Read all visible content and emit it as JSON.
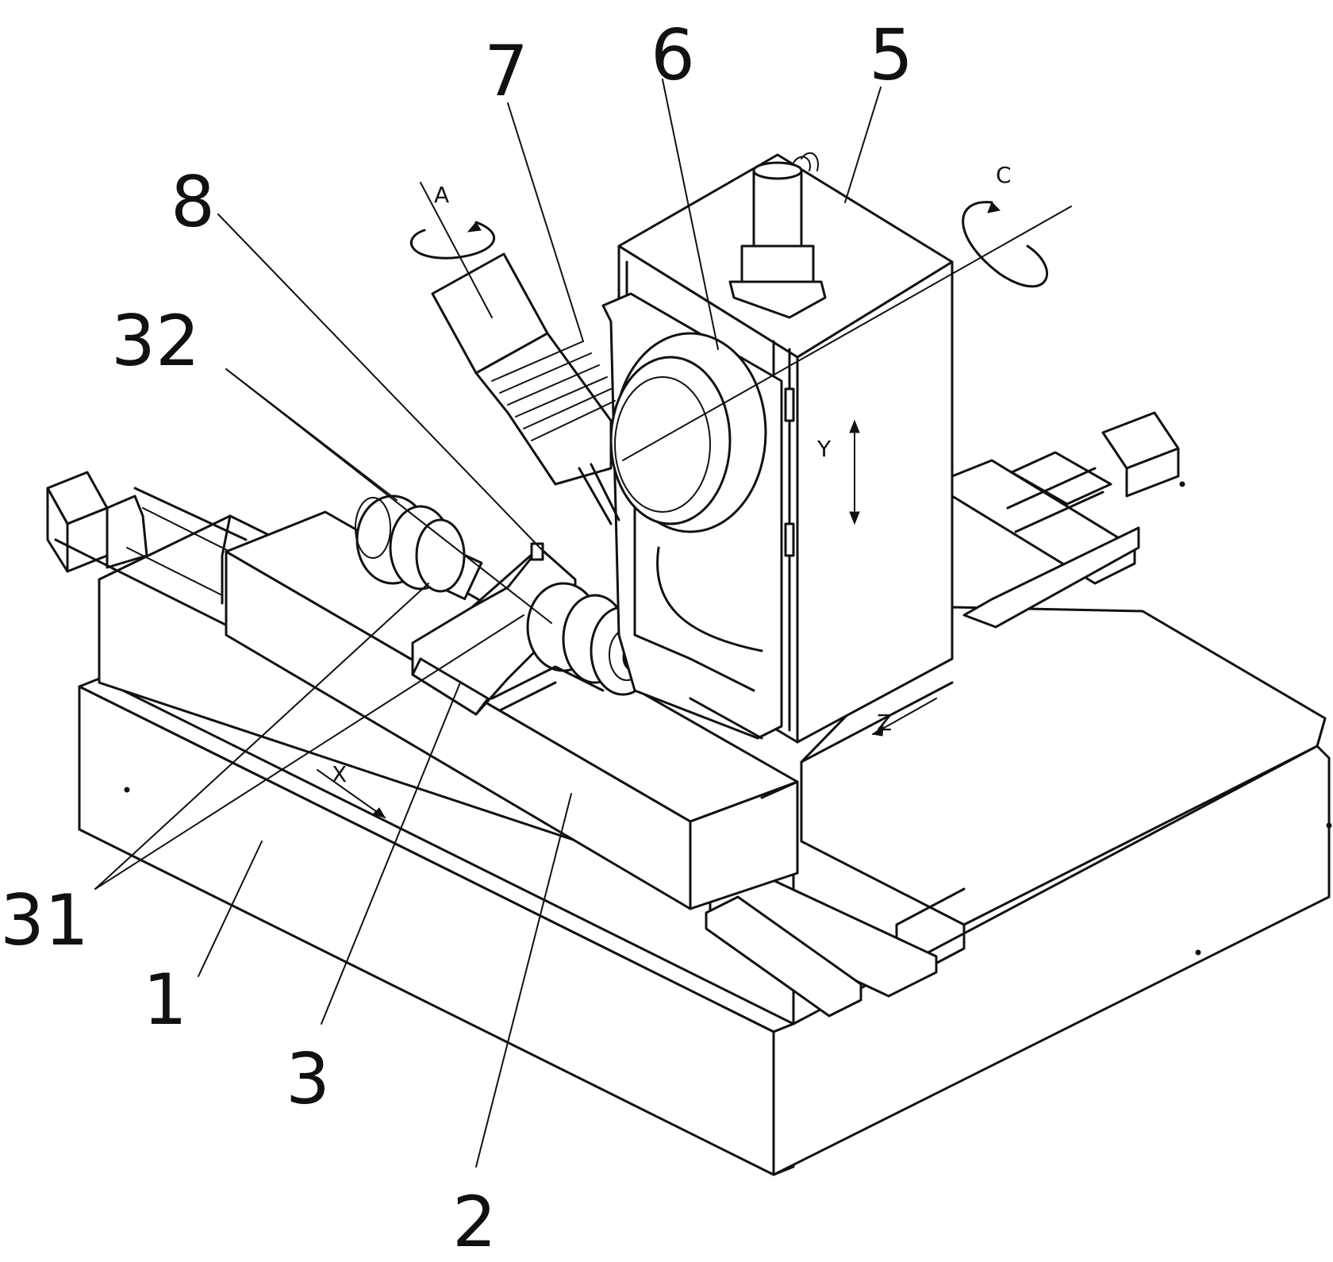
{
  "labels": {
    "n1": "1",
    "n2": "2",
    "n3": "3",
    "n5": "5",
    "n6": "6",
    "n7": "7",
    "n8": "8",
    "n31": "31",
    "n32": "32"
  },
  "axes": {
    "a": "A",
    "c": "C",
    "x": "X",
    "y": "Y",
    "z": "Z"
  }
}
